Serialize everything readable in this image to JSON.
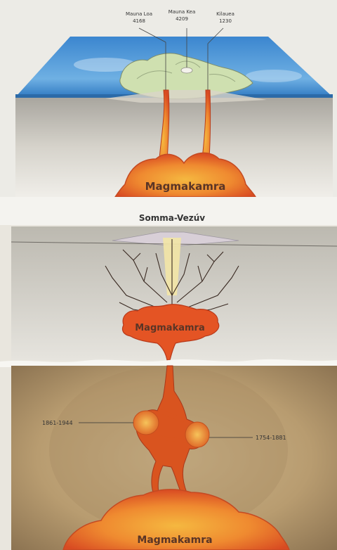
{
  "top_panel": {
    "peaks": [
      {
        "name": "Mauna Loa",
        "elevation": "4168"
      },
      {
        "name": "Mauna Kea",
        "elevation": "4209"
      },
      {
        "name": "Kilauea",
        "elevation": "1230"
      }
    ],
    "chamber_label": "Magmakamra"
  },
  "middle_title": "Somma-Vezúv",
  "middle_panel": {
    "chamber_label": "Magmakamra"
  },
  "bottom_panel": {
    "eruption_left": "1861-1944",
    "eruption_right": "1754-1881",
    "chamber_label": "Magmakamra"
  },
  "colors": {
    "sky": "#3f8fd3",
    "ground": "#c9c6bd",
    "magma": "#e2572a",
    "magma_light": "#f3a53a",
    "soil": "#b69a6e"
  }
}
